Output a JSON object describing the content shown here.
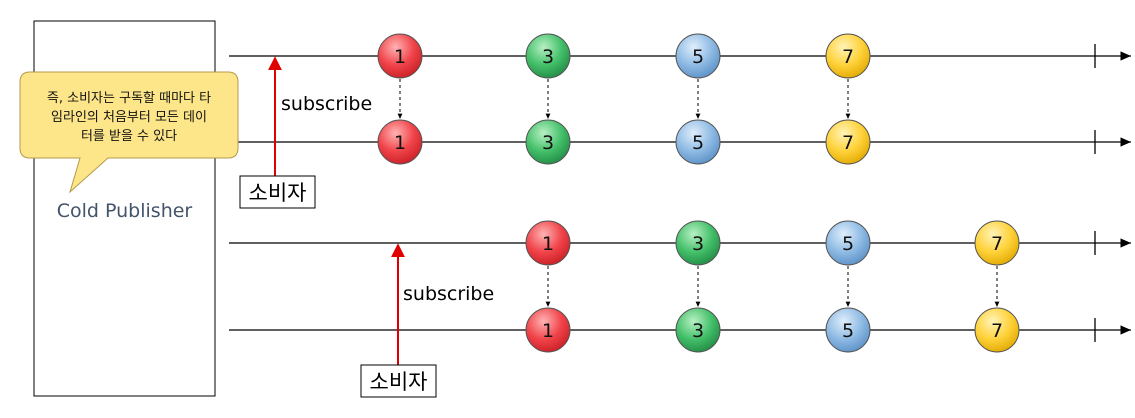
{
  "publisher": {
    "label": "Cold Publisher"
  },
  "callout": {
    "lines": [
      "즉, 소비자는 구독할 때마다 타",
      "임라인의 처음부터 모든 데이",
      "터를 받을 수 있다"
    ],
    "fill": "#fde68a",
    "stroke": "#b59a4a"
  },
  "scenarios": [
    {
      "subscribe_label": "subscribe",
      "consumer_label": "소비자",
      "marbles": [
        "1",
        "3",
        "5",
        "7"
      ],
      "marble_colors": [
        "red",
        "green",
        "blue",
        "yellow"
      ]
    },
    {
      "subscribe_label": "subscribe",
      "consumer_label": "소비자",
      "marbles": [
        "1",
        "3",
        "5",
        "7"
      ],
      "marble_colors": [
        "red",
        "green",
        "blue",
        "yellow"
      ]
    }
  ],
  "colors": {
    "red": "#f0444a",
    "green": "#44c06a",
    "blue": "#7fb0de",
    "yellow": "#ffd23a",
    "arrow": "#e00000",
    "line": "#000000"
  }
}
